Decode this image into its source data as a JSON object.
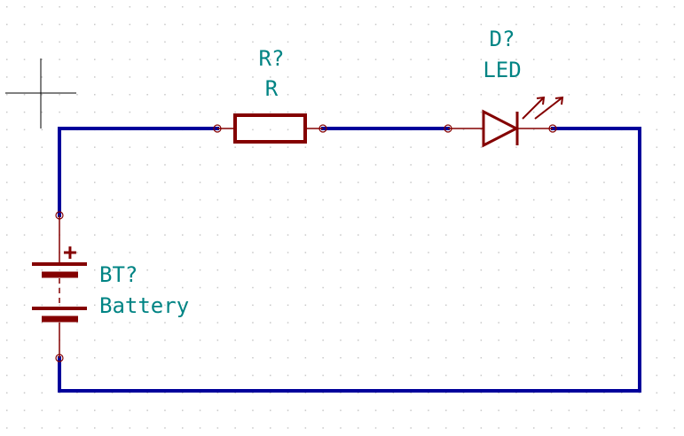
{
  "colors": {
    "background": "#ffffff",
    "grid_dot": "#c8c8c8",
    "wire": "#00009b",
    "symbol": "#840000",
    "label": "#008484",
    "cursor": "#000000"
  },
  "components": {
    "resistor": {
      "reference": "R?",
      "value": "R"
    },
    "led": {
      "reference": "D?",
      "value": "LED"
    },
    "battery": {
      "reference": "BT?",
      "value": "Battery",
      "polarity": "+"
    }
  },
  "icons": {
    "cursor": "crosshair-cursor-icon"
  }
}
